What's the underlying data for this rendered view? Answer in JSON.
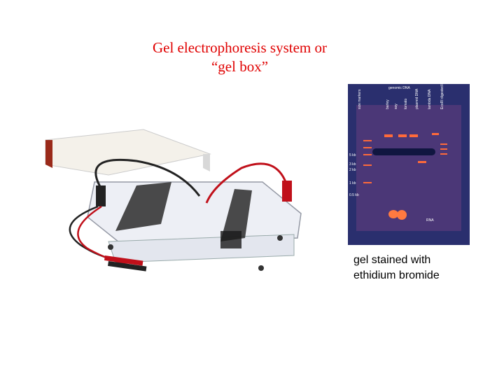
{
  "slide": {
    "title_line1": "Gel electrophoresis system or",
    "title_line2": "“gel box”",
    "caption_line1": "gel stained with",
    "caption_line2": "ethidium bromide"
  },
  "gel_image": {
    "group_label": "genomic DNA",
    "lanes": [
      "size markers",
      "barley",
      "soy",
      "tomato",
      "plasmid DNA",
      "lambda DNA",
      "EcoRI digested lambda DNA"
    ],
    "size_labels": [
      "5 kb",
      "3 kb",
      "2 kb",
      "1 kb",
      "0.5 kb"
    ],
    "rna_label": "RNA"
  },
  "colors": {
    "title": "#e00000",
    "gel_bg": "#2a2f6e",
    "band": "#ff6a3a"
  }
}
